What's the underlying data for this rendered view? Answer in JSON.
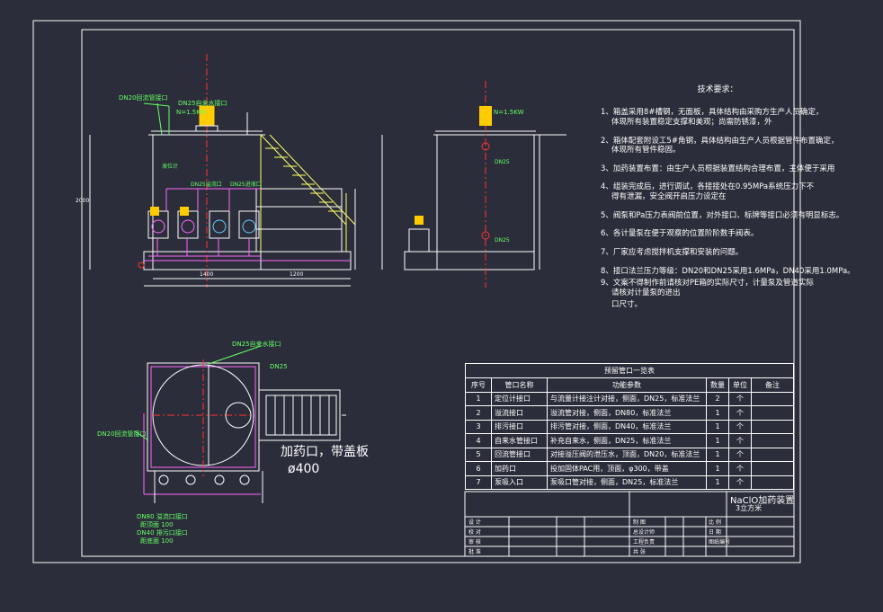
{
  "notes": {
    "title": "技术要求：",
    "items": [
      {
        "text": "1、箱盖采用8#槽钢，无面板，具体结构由采购方生产人员确定，",
        "cont": "体现所有装置稳定支撑和美观；尚需防锈漆，外"
      },
      {
        "text": "2、箱体配套附设工5#角钢，具体结构由生产人员根据管件布置确定，",
        "cont": "体现所有管件稳固。"
      },
      {
        "text": "3、加药装置布置：由生产人员根据装置结构合理布置，主体便于采用",
        "cont": ""
      },
      {
        "text": "4、组装完成后，进行调试，各接接处在0.95MPa系统压力下不",
        "cont": "得有泄漏，安全阀开启压力设定在"
      },
      {
        "text": "5、阀泵和Pa压力表阀前位置，对外接口、标牌等接口必须有明显标志。",
        "cont": ""
      },
      {
        "text": "6、各计量泵在便于观察的位置阶阶数手阀表。",
        "cont": ""
      },
      {
        "text": "7、厂家应考虑搅拌机支撑和安装的问题。",
        "cont": ""
      },
      {
        "text": "8、接口法兰压力等级：DN20和DN25采用1.6MPa，DN40采用1.0MPa。",
        "cont": ""
      },
      {
        "text": "9、文案不得制作前请核对PE箱的实际尺寸，计量泵及管道实际",
        "cont": "请核对计量泵的进出"
      },
      {
        "text": "",
        "cont": "口尺寸。"
      }
    ]
  },
  "schedule": {
    "caption": "预留管口一览表",
    "headers": [
      "序号",
      "管口名称",
      "功能参数",
      "数量",
      "单位",
      "备注"
    ],
    "rows": [
      [
        "1",
        "定位计接口",
        "与流量计接注计对接，侧面，DN25，标准法兰",
        "2",
        "个",
        ""
      ],
      [
        "2",
        "溢流接口",
        "溢流管对接，侧面，DN80，标准法兰",
        "1",
        "个",
        ""
      ],
      [
        "3",
        "排污接口",
        "排污管对接，侧面，DN40，标准法兰",
        "1",
        "个",
        ""
      ],
      [
        "4",
        "自来水管接口",
        "补充自来水，侧面，DN25，标准法兰",
        "1",
        "个",
        ""
      ],
      [
        "5",
        "回流管接口",
        "对接溢压阀的泄压水，顶面，DN20，标准法兰",
        "1",
        "个",
        ""
      ],
      [
        "6",
        "加药口",
        "投加固体PAC用，顶面，φ300，带盖",
        "1",
        "个",
        ""
      ],
      [
        "7",
        "泵吸入口",
        "泵吸口管对接，侧面，DN25，标准法兰",
        "1",
        "个",
        ""
      ]
    ]
  },
  "titleblock": {
    "project": "NaClO加药装置",
    "subtitle": "3立方米",
    "left_labels": [
      "设 计",
      "校 对",
      "审 核",
      "批 准"
    ],
    "mid_labels": [
      "制 图",
      "总设计师",
      "工程负责",
      "共 张"
    ],
    "right_labels": [
      "比 例",
      "日 期",
      "图纸编号"
    ]
  },
  "labels": {
    "front_dn20": "DN20回流管接口",
    "front_dn25": "DN25自来水接口",
    "front_motor": "N=1.5KW",
    "side_motor": "N=1.5KW",
    "front_dn25b": "DN25溢流口",
    "front_dn25c": "DN25进液口",
    "front_sensor": "液位计",
    "dim_width1": "1400",
    "dim_width2": "1200",
    "dim_height": "2000",
    "side_dn25": "DN25",
    "side_dn25b": "DN25",
    "plan_dn25": "DN25自来水接口",
    "plan_dn25b": "DN25",
    "plan_dn20": "DN20回流管接口",
    "plan_feed": "加药口，带盖板",
    "plan_dia": "ø400",
    "plan_dn80": "DN80 溢流口接口",
    "plan_dn80v": "距顶面 100",
    "plan_dn40": "DN40 排污口接口",
    "plan_dn40v": "距底面 100"
  }
}
